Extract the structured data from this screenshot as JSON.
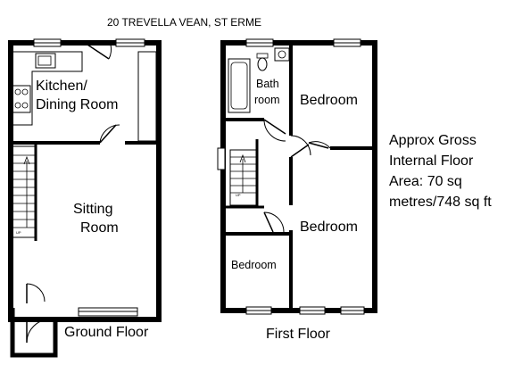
{
  "title": "20 TREVELLA VEAN, ST ERME",
  "ground_floor": {
    "label": "Ground Floor",
    "rooms": {
      "kitchen_line1": "Kitchen/",
      "kitchen_line2": "Dining Room",
      "sitting_line1": "Sitting",
      "sitting_line2": "Room"
    },
    "stairs_mark": "UP"
  },
  "first_floor": {
    "label": "First Floor",
    "rooms": {
      "bath_line1": "Bath",
      "bath_line2": "room",
      "bedroom_top": "Bedroom",
      "bedroom_middle": "Bedroom",
      "bedroom_small": "Bedroom"
    },
    "stairs_mark": "UP"
  },
  "area_note": "Approx Gross Internal Floor Area: 70 sq metres/748 sq ft"
}
